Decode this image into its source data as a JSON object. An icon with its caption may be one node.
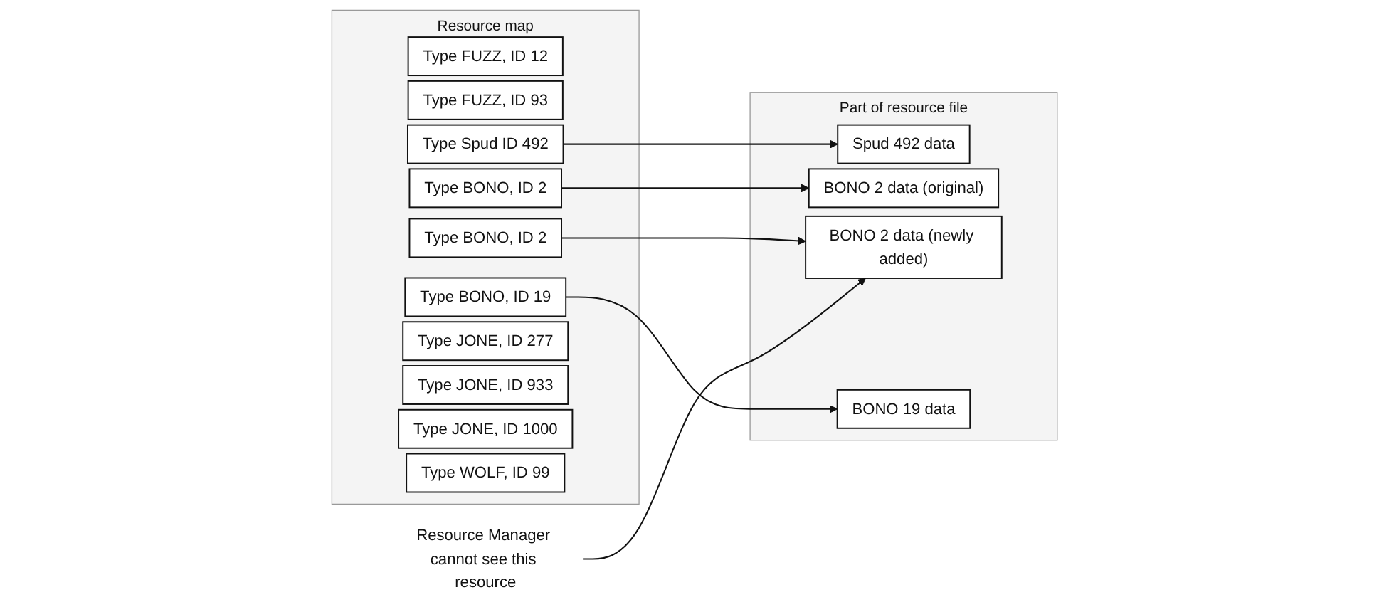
{
  "diagram": {
    "nodes": [
      {
        "text": [
          "Resource map"
        ]
      },
      {
        "text": [
          "Type FUZZ, ID 12"
        ],
        "in": 0
      },
      {
        "text": [
          "Type FUZZ, ID 93"
        ],
        "in": 0
      },
      {
        "text": [
          "Type Spud ID 492"
        ],
        "in": 0
      },
      {
        "text": [
          "Type BONO, ID 2"
        ],
        "in": 0
      },
      {
        "text": [
          "Type BONO, ID 2"
        ],
        "in": 0
      },
      {
        "text": [
          "Type BONO, ID 19"
        ],
        "in": 0
      },
      {
        "text": [
          "Type JONE, ID 277"
        ],
        "in": 0
      },
      {
        "text": [
          "Type JONE, ID 933"
        ],
        "in": 0
      },
      {
        "text": [
          "Type JONE, ID 1000"
        ],
        "in": 0
      },
      {
        "text": [
          "Type WOLF, ID 99"
        ],
        "in": 0
      },
      {
        "text": [
          "Part of resource file"
        ]
      },
      {
        "text": [
          "Spud 492 data"
        ],
        "in": 11
      },
      {
        "text": [
          "BONO 2 data (original)"
        ],
        "in": 11
      },
      {
        "text": [
          "BONO 2 data (newly added)"
        ],
        "in": 11
      },
      {
        "text": [
          "BONO 19 data"
        ],
        "in": 11
      },
      {
        "text": [
          "Resource Manager cannot see this resource"
        ]
      }
    ],
    "edges": [
      {
        "from": 3,
        "to": 12,
        "arrow": "to"
      },
      {
        "from": 4,
        "to": 13,
        "arrow": "to"
      },
      {
        "from": 5,
        "to": 14,
        "arrow": "to"
      },
      {
        "from": 6,
        "to": 15,
        "arrow": "to"
      },
      {
        "from": 16,
        "to": 14,
        "arrow": "to"
      }
    ]
  }
}
